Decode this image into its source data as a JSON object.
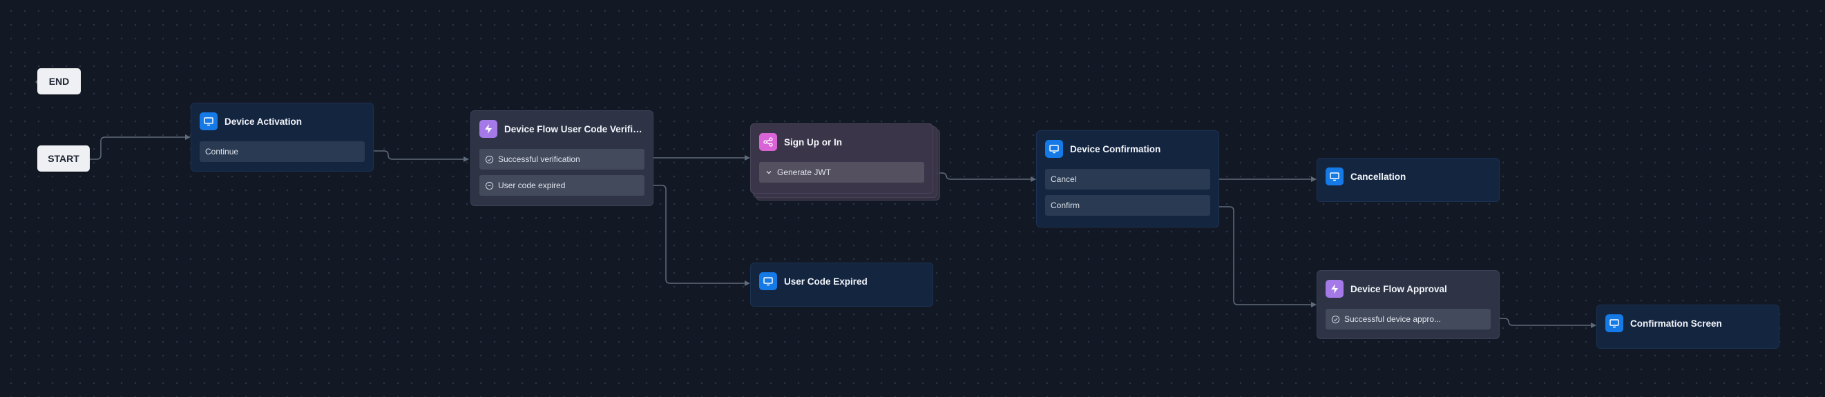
{
  "start_node": {
    "label": "START"
  },
  "end_node": {
    "label": "END"
  },
  "nodes": {
    "device_activation": {
      "title": "Device Activation",
      "icon": "monitor-icon",
      "rows": [
        "Continue"
      ]
    },
    "user_code_verification": {
      "title": "Device Flow User Code Verificati...",
      "icon": "lightning-icon",
      "rows": [
        "Successful verification",
        "User code expired"
      ]
    },
    "sign_up_or_in": {
      "title": "Sign Up or In",
      "icon": "share-nodes-icon",
      "rows": [
        "Generate JWT"
      ]
    },
    "user_code_expired": {
      "title": "User Code Expired",
      "icon": "monitor-icon"
    },
    "device_confirmation": {
      "title": "Device Confirmation",
      "icon": "monitor-icon",
      "rows": [
        "Cancel",
        "Confirm"
      ]
    },
    "cancellation": {
      "title": "Cancellation",
      "icon": "monitor-icon"
    },
    "device_flow_approval": {
      "title": "Device Flow Approval",
      "icon": "lightning-icon",
      "rows": [
        "Successful device appro..."
      ]
    },
    "confirmation_screen": {
      "title": "Confirmation Screen",
      "icon": "monitor-icon"
    }
  },
  "colors": {
    "canvas": "#121925",
    "screen_node": "#142540",
    "action_node": "#2e3446",
    "flow_node": "#3a3548",
    "screen_icon": "#1579e6",
    "action_icon": "#a57ae8",
    "flow_icon": "#d964d6",
    "wire": "#5f6b7a"
  }
}
